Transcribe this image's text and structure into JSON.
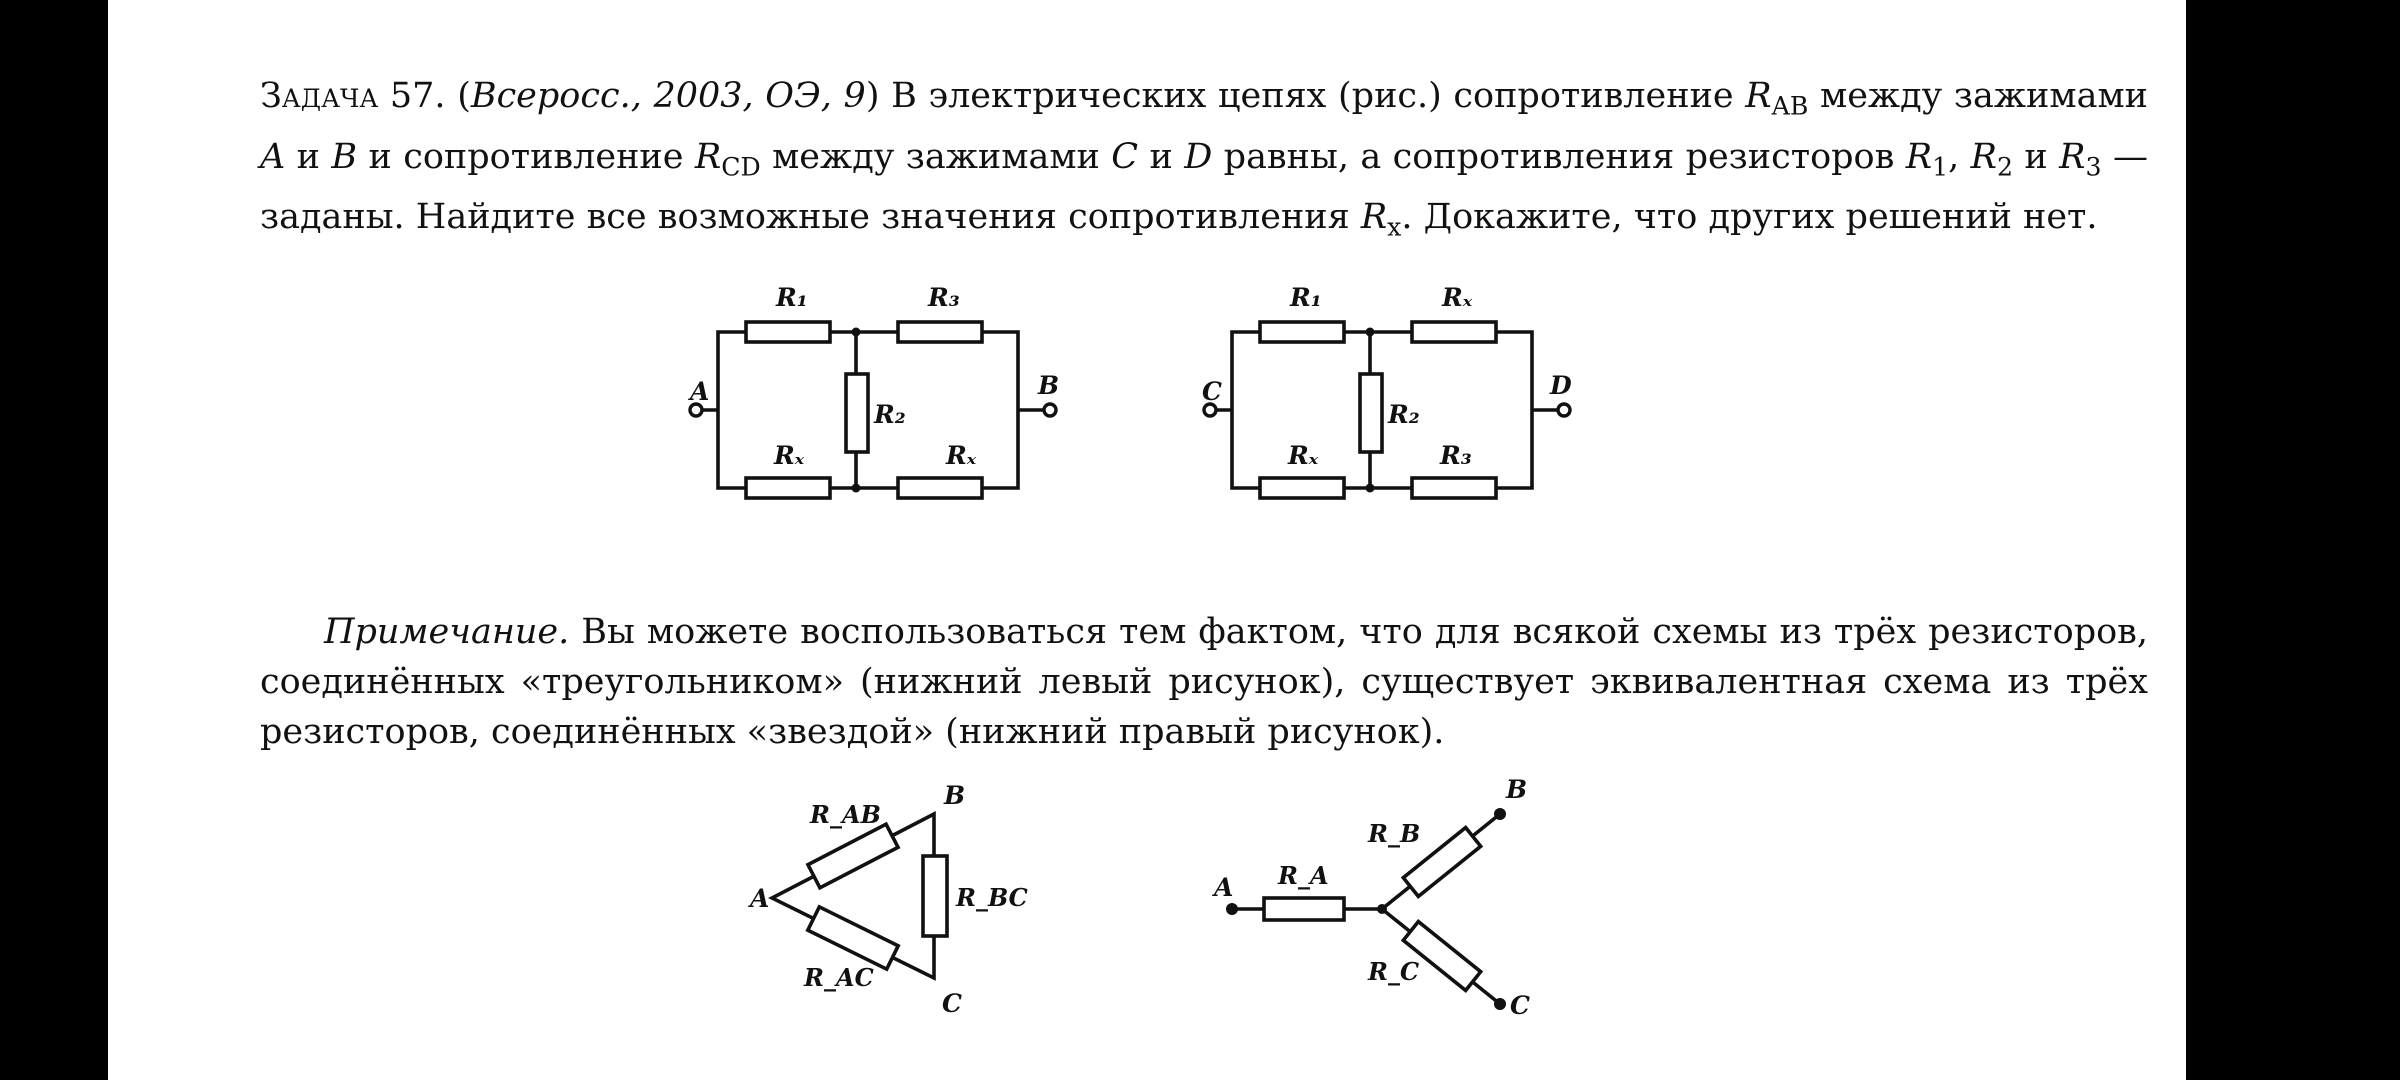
{
  "problem": {
    "label": "Задача 57.",
    "source": "Всеросс., 2003, ОЭ, 9",
    "t1": " В электрических цепях (рис.) сопротивление ",
    "t2": " между зажимами ",
    "t3": " и ",
    "t4": " и сопротивление ",
    "t5": " между зажимами ",
    "t6": " и ",
    "t7": " равны, а сопротивления резисторов ",
    "t8": ", ",
    "t9": " и ",
    "t10": " — заданы. Найдите все возможные значения сопротивления ",
    "t11": ". Докажите, что других решений нет.",
    "sym": {
      "R": "R",
      "AB": "AB",
      "CD": "CD",
      "A": "A",
      "B": "B",
      "C": "C",
      "D": "D",
      "one": "1",
      "two": "2",
      "three": "3",
      "x": "x"
    }
  },
  "circuit_left": {
    "node_left": "A",
    "node_right": "B",
    "r_top_left": "R₁",
    "r_top_right": "R₃",
    "r_middle": "R₂",
    "r_bottom_left": "Rₓ",
    "r_bottom_right": "Rₓ"
  },
  "circuit_right": {
    "node_left": "C",
    "node_right": "D",
    "r_top_left": "R₁",
    "r_top_right": "Rₓ",
    "r_middle": "R₂",
    "r_bottom_left": "Rₓ",
    "r_bottom_right": "R₃"
  },
  "note": {
    "label": "Примечание.",
    "text": " Вы можете воспользоваться тем фактом, что для всякой схемы из трёх резисторов, соединённых «треугольником» (нижний левый рисунок), существует эквивалентная схема из трёх резисторов, соединённых «звездой» (нижний правый рисунок)."
  },
  "triangle": {
    "node_a": "A",
    "node_b": "B",
    "node_c": "C",
    "r_ab": "R_AB",
    "r_ac": "R_AC",
    "r_bc": "R_BC"
  },
  "star": {
    "node_a": "A",
    "node_b": "B",
    "node_c": "C",
    "r_a": "R_A",
    "r_b": "R_B",
    "r_c": "R_C"
  }
}
